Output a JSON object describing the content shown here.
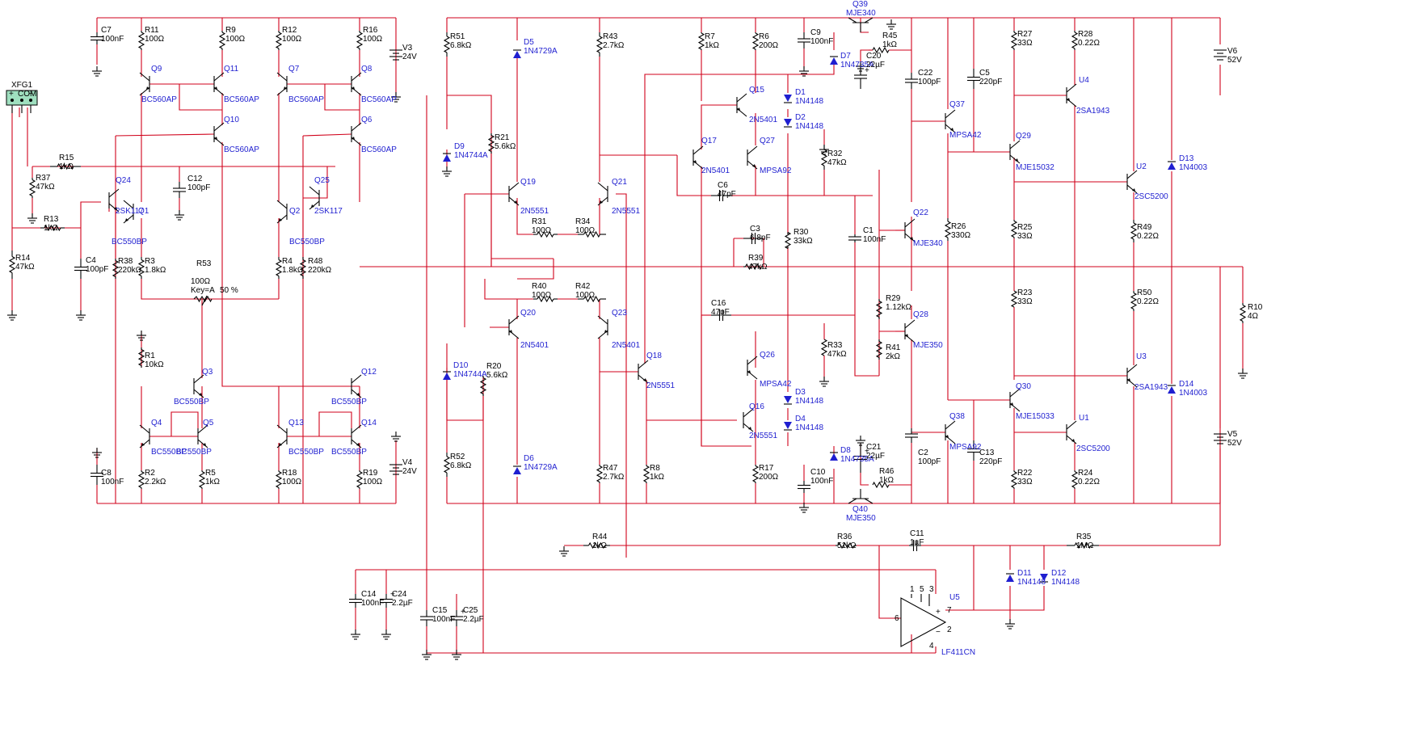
{
  "colors": {
    "wire": "#d0021b",
    "component": "#000000",
    "label_active": "#1f1fd0",
    "background": "#ffffff"
  },
  "function_generator": {
    "label": "XFG1",
    "terminals": [
      "+",
      "COM",
      "−"
    ]
  },
  "pot_r53": {
    "ref": "R53",
    "value": "100Ω",
    "key": "Key=A",
    "percent": "50 %"
  },
  "components": [
    {
      "ref": "R11",
      "value": "100Ω"
    },
    {
      "ref": "R9",
      "value": "100Ω"
    },
    {
      "ref": "R12",
      "value": "100Ω"
    },
    {
      "ref": "R16",
      "value": "100Ω"
    },
    {
      "ref": "C7",
      "value": "100nF"
    },
    {
      "ref": "V3",
      "value": "24V"
    },
    {
      "ref": "Q9",
      "value": "BC560AP"
    },
    {
      "ref": "Q11",
      "value": "BC560AP"
    },
    {
      "ref": "Q7",
      "value": "BC560AP"
    },
    {
      "ref": "Q8",
      "value": "BC560AP"
    },
    {
      "ref": "Q10",
      "value": "BC560AP"
    },
    {
      "ref": "Q6",
      "value": "BC560AP"
    },
    {
      "ref": "R15",
      "value": "1kΩ"
    },
    {
      "ref": "R37",
      "value": "47kΩ"
    },
    {
      "ref": "C12",
      "value": "100pF"
    },
    {
      "ref": "Q24",
      "value": "2SK117"
    },
    {
      "ref": "Q25",
      "value": "2SK117"
    },
    {
      "ref": "Q1",
      "value": "BC550BP"
    },
    {
      "ref": "Q2",
      "value": "BC550BP"
    },
    {
      "ref": "R13",
      "value": "1kΩ"
    },
    {
      "ref": "R14",
      "value": "47kΩ"
    },
    {
      "ref": "C4",
      "value": "100pF"
    },
    {
      "ref": "R38",
      "value": "220kΩ"
    },
    {
      "ref": "R3",
      "value": "1.8kΩ"
    },
    {
      "ref": "R4",
      "value": "1.8kΩ"
    },
    {
      "ref": "R48",
      "value": "220kΩ"
    },
    {
      "ref": "R1",
      "value": "10kΩ"
    },
    {
      "ref": "Q3",
      "value": "BC550BP"
    },
    {
      "ref": "Q12",
      "value": "BC550BP"
    },
    {
      "ref": "Q4",
      "value": "BC550BP"
    },
    {
      "ref": "Q5",
      "value": "BC550BP"
    },
    {
      "ref": "Q13",
      "value": "BC550BP"
    },
    {
      "ref": "Q14",
      "value": "BC550BP"
    },
    {
      "ref": "C8",
      "value": "100nF"
    },
    {
      "ref": "R2",
      "value": "2.2kΩ"
    },
    {
      "ref": "R5",
      "value": "1kΩ"
    },
    {
      "ref": "R18",
      "value": "100Ω"
    },
    {
      "ref": "R19",
      "value": "100Ω"
    },
    {
      "ref": "V4",
      "value": "24V"
    },
    {
      "ref": "R51",
      "value": "6.8kΩ"
    },
    {
      "ref": "D5",
      "value": "1N4729A"
    },
    {
      "ref": "R43",
      "value": "2.7kΩ"
    },
    {
      "ref": "D9",
      "value": "1N4744A"
    },
    {
      "ref": "R21",
      "value": "5.6kΩ"
    },
    {
      "ref": "Q19",
      "value": "2N5551"
    },
    {
      "ref": "Q21",
      "value": "2N5551"
    },
    {
      "ref": "R31",
      "value": "100Ω"
    },
    {
      "ref": "R34",
      "value": "100Ω"
    },
    {
      "ref": "R40",
      "value": "100Ω"
    },
    {
      "ref": "R42",
      "value": "100Ω"
    },
    {
      "ref": "Q20",
      "value": "2N5401"
    },
    {
      "ref": "Q23",
      "value": "2N5401"
    },
    {
      "ref": "D10",
      "value": "1N4744A"
    },
    {
      "ref": "R20",
      "value": "5.6kΩ"
    },
    {
      "ref": "R52",
      "value": "6.8kΩ"
    },
    {
      "ref": "D6",
      "value": "1N4729A"
    },
    {
      "ref": "R47",
      "value": "2.7kΩ"
    },
    {
      "ref": "R8",
      "value": "1kΩ"
    },
    {
      "ref": "Q18",
      "value": "2N5551"
    },
    {
      "ref": "R7",
      "value": "1kΩ"
    },
    {
      "ref": "R6",
      "value": "200Ω"
    },
    {
      "ref": "Q15",
      "value": "2N5401"
    },
    {
      "ref": "Q17",
      "value": "2N5401"
    },
    {
      "ref": "Q27",
      "value": "MPSA92"
    },
    {
      "ref": "D1",
      "value": "1N4148"
    },
    {
      "ref": "D2",
      "value": "1N4148"
    },
    {
      "ref": "R32",
      "value": "47kΩ"
    },
    {
      "ref": "C6",
      "value": "47pF"
    },
    {
      "ref": "C3",
      "value": "6.8pF"
    },
    {
      "ref": "R30",
      "value": "33kΩ"
    },
    {
      "ref": "R39",
      "value": "47kΩ"
    },
    {
      "ref": "C16",
      "value": "47pF"
    },
    {
      "ref": "R33",
      "value": "47kΩ"
    },
    {
      "ref": "Q26",
      "value": "MPSA42"
    },
    {
      "ref": "D3",
      "value": "1N4148"
    },
    {
      "ref": "D4",
      "value": "1N4148"
    },
    {
      "ref": "Q16",
      "value": "2N5551"
    },
    {
      "ref": "R17",
      "value": "200Ω"
    },
    {
      "ref": "C9",
      "value": "100nF"
    },
    {
      "ref": "Q39",
      "value": "MJE340"
    },
    {
      "ref": "R45",
      "value": "1kΩ"
    },
    {
      "ref": "D7",
      "value": "1N4735A"
    },
    {
      "ref": "C20",
      "value": "22µF"
    },
    {
      "ref": "C22",
      "value": "100pF"
    },
    {
      "ref": "C5",
      "value": "220pF"
    },
    {
      "ref": "Q37",
      "value": "MPSA42"
    },
    {
      "ref": "Q22",
      "value": "MJE340"
    },
    {
      "ref": "C1",
      "value": "100nF"
    },
    {
      "ref": "R26",
      "value": "330Ω"
    },
    {
      "ref": "R29",
      "value": "1.12kΩ"
    },
    {
      "ref": "R41",
      "value": "2kΩ"
    },
    {
      "ref": "Q28",
      "value": "MJE350"
    },
    {
      "ref": "Q38",
      "value": "MPSA92"
    },
    {
      "ref": "C2",
      "value": "100pF"
    },
    {
      "ref": "C13",
      "value": "220pF"
    },
    {
      "ref": "D8",
      "value": "1N4735A"
    },
    {
      "ref": "C21",
      "value": "22µF"
    },
    {
      "ref": "R46",
      "value": "1kΩ"
    },
    {
      "ref": "C10",
      "value": "100nF"
    },
    {
      "ref": "Q40",
      "value": "MJE350"
    },
    {
      "ref": "R27",
      "value": "33Ω"
    },
    {
      "ref": "R28",
      "value": "0.22Ω"
    },
    {
      "ref": "U4",
      "value": "2SA1943"
    },
    {
      "ref": "Q29",
      "value": "MJE15032"
    },
    {
      "ref": "U2",
      "value": "2SC5200"
    },
    {
      "ref": "R25",
      "value": "33Ω"
    },
    {
      "ref": "R49",
      "value": "0.22Ω"
    },
    {
      "ref": "R23",
      "value": "33Ω"
    },
    {
      "ref": "R50",
      "value": "0.22Ω"
    },
    {
      "ref": "U3",
      "value": "2SA1943"
    },
    {
      "ref": "Q30",
      "value": "MJE15033"
    },
    {
      "ref": "U1",
      "value": "2SC5200"
    },
    {
      "ref": "R22",
      "value": "33Ω"
    },
    {
      "ref": "R24",
      "value": "0.22Ω"
    },
    {
      "ref": "D13",
      "value": "1N4003"
    },
    {
      "ref": "D14",
      "value": "1N4003"
    },
    {
      "ref": "V6",
      "value": "52V"
    },
    {
      "ref": "V5",
      "value": "52V"
    },
    {
      "ref": "R10",
      "value": "4Ω"
    },
    {
      "ref": "R44",
      "value": "1kΩ"
    },
    {
      "ref": "R36",
      "value": "51kΩ"
    },
    {
      "ref": "C11",
      "value": "1µF"
    },
    {
      "ref": "R35",
      "value": "1MΩ"
    },
    {
      "ref": "D11",
      "value": "1N4148"
    },
    {
      "ref": "D12",
      "value": "1N4148"
    },
    {
      "ref": "U5",
      "value": "LF411CN"
    },
    {
      "ref": "C14",
      "value": "100nF"
    },
    {
      "ref": "C24",
      "value": "2.2µF"
    },
    {
      "ref": "C15",
      "value": "100nF"
    },
    {
      "ref": "C25",
      "value": "2.2µF"
    }
  ],
  "pin_numbers": [
    "1",
    "5",
    "3",
    "6",
    "2",
    "4",
    "7"
  ]
}
